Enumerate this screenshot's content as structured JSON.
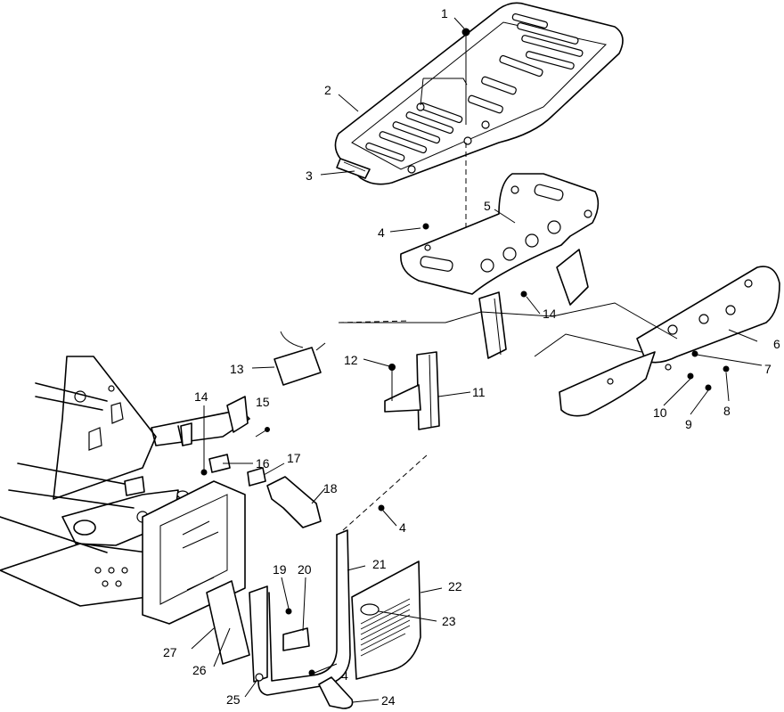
{
  "callouts": [
    {
      "num": "1"
    },
    {
      "num": "2"
    },
    {
      "num": "3"
    },
    {
      "num": "4"
    },
    {
      "num": "5"
    },
    {
      "num": "6"
    },
    {
      "num": "7"
    },
    {
      "num": "8"
    },
    {
      "num": "9"
    },
    {
      "num": "10"
    },
    {
      "num": "11"
    },
    {
      "num": "12"
    },
    {
      "num": "13"
    },
    {
      "num": "14"
    },
    {
      "num": "14"
    },
    {
      "num": "15"
    },
    {
      "num": "16"
    },
    {
      "num": "17"
    },
    {
      "num": "18"
    },
    {
      "num": "19"
    },
    {
      "num": "20"
    },
    {
      "num": "21"
    },
    {
      "num": "22"
    },
    {
      "num": "23"
    },
    {
      "num": "4"
    },
    {
      "num": "24"
    },
    {
      "num": "25"
    },
    {
      "num": "26"
    },
    {
      "num": "27"
    },
    {
      "num": "4"
    }
  ]
}
